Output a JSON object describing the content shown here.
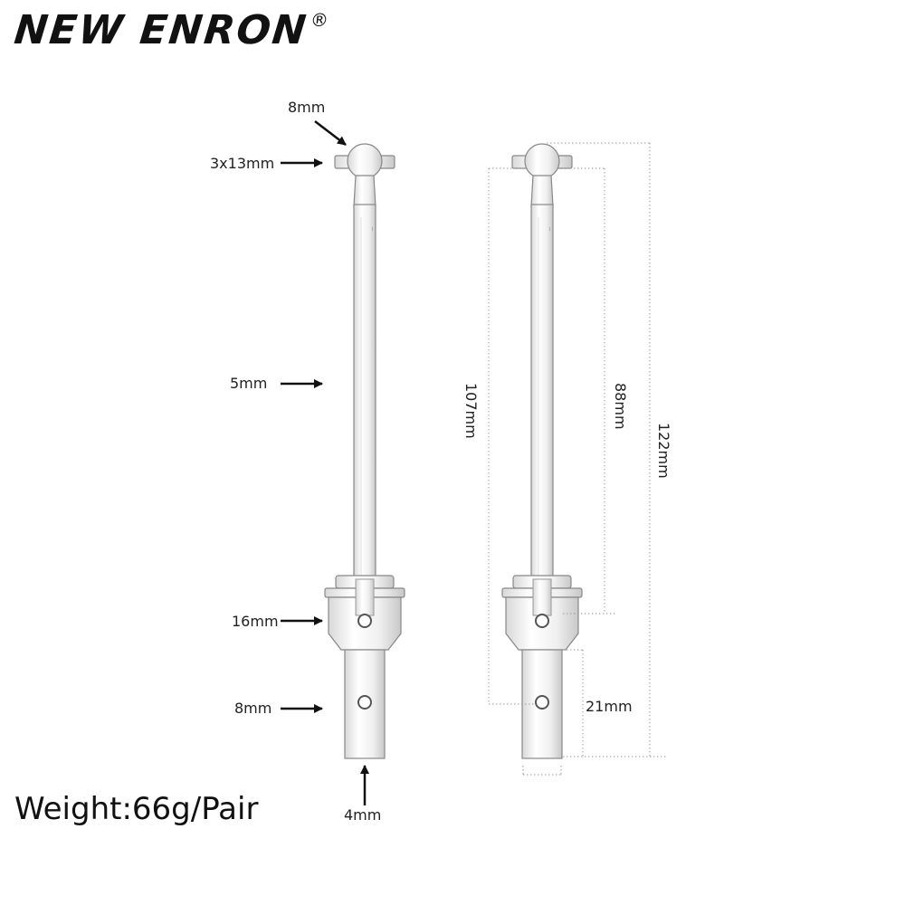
{
  "brand": {
    "name": "NEW ENRON",
    "mark": "®"
  },
  "weight": "Weight:66g/Pair",
  "left_part": {
    "labels": {
      "ball_diameter": "8mm",
      "pin_size": "3x13mm",
      "shaft_diameter": "5mm",
      "cup_diameter": "16mm",
      "output_diameter": "8mm",
      "hole_diameter": "4mm"
    }
  },
  "right_part": {
    "labels": {
      "length_107": "107mm",
      "length_88": "88mm",
      "length_122": "122mm",
      "output_length": "21mm"
    }
  },
  "colors": {
    "metal": "#f4f4f4",
    "outline": "#777777",
    "arrow": "#111111",
    "dim": "#999999"
  }
}
